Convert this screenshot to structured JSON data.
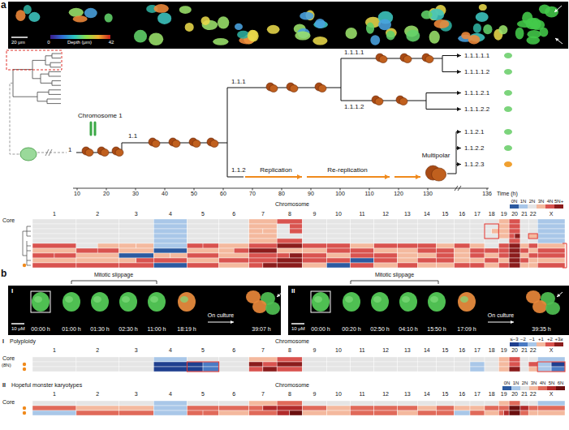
{
  "diagram": {
    "labels": [
      "a",
      "20 μm",
      "0",
      "Depth (μm)",
      "42",
      "1",
      "Chromosome 1",
      "1.1",
      "1.1.1",
      "1.1.1.1",
      "1.1.1.1.1",
      "1.1.1.1.2",
      "1.1.1.2",
      "1.1.1.2.1",
      "1.1.1.2.2",
      "1.1.2",
      "Replication",
      "Re-replication",
      "Multipolar",
      "1.1.2.1",
      "1.1.2.2",
      "1.1.2.3",
      "10",
      "20",
      "30",
      "40",
      "50",
      "60",
      "70",
      "80",
      "90",
      "100",
      "110",
      "120",
      "130",
      "136",
      "Time (h)",
      "Chromosome",
      "1",
      "2",
      "3",
      "4",
      "5",
      "6",
      "7",
      "8",
      "9",
      "10",
      "11",
      "12",
      "13",
      "14",
      "15",
      "16",
      "17",
      "18",
      "19",
      "20",
      "21",
      "22",
      "X",
      "Core",
      "b",
      "Mitotic slippage",
      "Mitotic slippage",
      "I",
      "10 μM",
      "00:00 h",
      "01:00 h",
      "01:30 h",
      "02:30 h",
      "11:00 h",
      "18:19 h",
      "On culture",
      "39:07 h",
      "II",
      "10 μM",
      "00:00 h",
      "00:20 h",
      "02:50 h",
      "04:10 h",
      "15:50 h",
      "17:09 h",
      "On culture",
      "39:35 h",
      "I",
      "Polyploidy",
      "Chromosome",
      "1",
      "2",
      "3",
      "4",
      "5",
      "6",
      "7",
      "8",
      "9",
      "10",
      "11",
      "12",
      "13",
      "14",
      "15",
      "16",
      "17",
      "18",
      "19",
      "20",
      "21",
      "22",
      "X",
      "Core",
      "(8N)",
      "II",
      "Hopeful monster karyotypes",
      "Chromosome",
      "1",
      "2",
      "3",
      "4",
      "5",
      "6",
      "7",
      "8",
      "9",
      "10",
      "11",
      "12",
      "13",
      "14",
      "15",
      "16",
      "17",
      "18",
      "19",
      "20",
      "21",
      "22",
      "X",
      "Core"
    ],
    "legend": [
      {
        "text": "0N",
        "color": "#2c5aa0"
      },
      {
        "text": "1N",
        "color": "#a9c7e8"
      },
      {
        "text": "2N",
        "color": "#e5e5e5"
      },
      {
        "text": "3N",
        "color": "#f4b99e"
      },
      {
        "text": "4N",
        "color": "#d9534f"
      },
      {
        "text": "5N+",
        "color": "#8b1c1c"
      },
      {
        "text": "≤−3",
        "color": "#1f3f8f"
      },
      {
        "text": "−2",
        "color": "#4a7bc4"
      },
      {
        "text": "−1",
        "color": "#a9c7e8"
      },
      {
        "text": "+1",
        "color": "#f4b99e"
      },
      {
        "text": "+2",
        "color": "#d9534f"
      },
      {
        "text": "+3≥",
        "color": "#8b1c1c"
      },
      {
        "text": "0N",
        "color": "#2c5aa0"
      },
      {
        "text": "1N",
        "color": "#a9c7e8"
      },
      {
        "text": "2N",
        "color": "#e5e5e5"
      },
      {
        "text": "3N",
        "color": "#f4b99e"
      },
      {
        "text": "4N",
        "color": "#e06a5a"
      },
      {
        "text": "5N",
        "color": "#b22b2b"
      },
      {
        "text": "6N",
        "color": "#6b0f0f"
      }
    ]
  }
}
